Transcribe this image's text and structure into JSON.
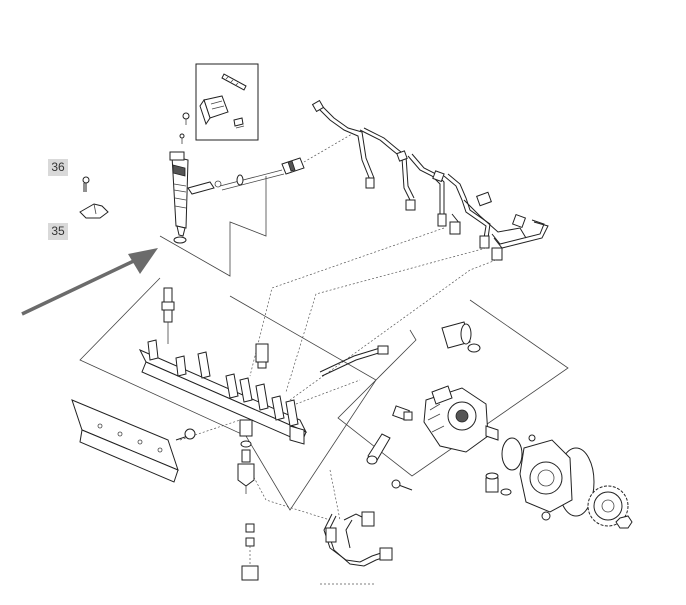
{
  "callouts": [
    {
      "id": "36",
      "label": "36"
    },
    {
      "id": "35",
      "label": "35"
    }
  ],
  "colors": {
    "callout_bg": "#d9d9d9",
    "arrow": "#6b6b6b",
    "line": "#222222"
  }
}
